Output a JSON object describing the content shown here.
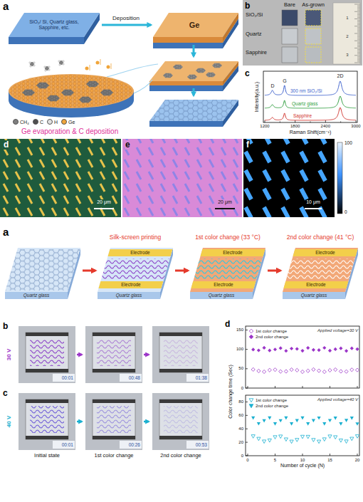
{
  "diagram": {
    "nodes": [
      {
        "text": [
          "SiO₂/ Si, Quartz glass, Sapphire, etc."
        ]
      },
      {
        "text": [
          "Ge"
        ]
      },
      {
        "text": [
          "Quartz glass"
        ]
      },
      {
        "text": [
          "Electrode",
          "Electrode",
          "Quartz glass"
        ]
      },
      {
        "text": [
          "Electrode",
          "Electrode",
          "Quartz glass"
        ]
      },
      {
        "text": [
          "Electrode",
          "Electrode",
          "Quartz glass"
        ]
      }
    ],
    "edges": [
      {
        "from": 0,
        "to": 1,
        "label": "Deposition",
        "arrow": "to"
      },
      {
        "from": 2,
        "to": 3,
        "label": "Silk-screen printing",
        "arrow": "to"
      },
      {
        "from": 3,
        "to": 4,
        "label": "1st color change (33 °C)",
        "arrow": "to"
      },
      {
        "from": 4,
        "to": 5,
        "label": "2nd color change (41 °C)",
        "arrow": "to"
      }
    ],
    "labels": [
      "a",
      "Ge evaporation & C deposition",
      "b",
      "Bare",
      "As-grown",
      "SiO₂/Si",
      "Quartz",
      "Sapphire",
      "1",
      "2",
      "3",
      "c",
      "D",
      "G",
      "2D",
      "300 nm SiO₂/Si",
      "Quartz glass",
      "Sapphire",
      "Intensity(a.u.)",
      "1200",
      "1800",
      "2400",
      "3000",
      "Raman Shift(cm⁻¹)",
      "d",
      "20 μm",
      "e",
      "20 μm",
      "f",
      "10 μm",
      "100",
      "0",
      "a",
      "b",
      "30 V",
      "00:01",
      "00:48",
      "01:38",
      "c",
      "40 V",
      "00:01",
      "00:26",
      "00:53",
      "Initial state",
      "1st color change",
      "2nd color change",
      "d",
      "Applied voltage=30 V",
      "Applied voltage=40 V",
      "Color change time (Sec)",
      "Number of cycle (N)",
      "0",
      "50",
      "100",
      "150",
      "0",
      "20",
      "40",
      "60",
      "80",
      "0",
      "5",
      "10",
      "15",
      "20"
    ],
    "legend": [
      {
        "text": "CH₄",
        "color": "#7f7f7f"
      },
      {
        "text": "C",
        "color": "#4f4f4f"
      },
      {
        "text": "H",
        "color": "#e2e2e2"
      },
      {
        "text": "Ge",
        "color": "#f0a53a"
      },
      {
        "text": "1st color change"
      },
      {
        "text": "2nd color change"
      },
      {
        "text": "1st color change"
      },
      {
        "text": "2nd color change"
      }
    ]
  }
}
